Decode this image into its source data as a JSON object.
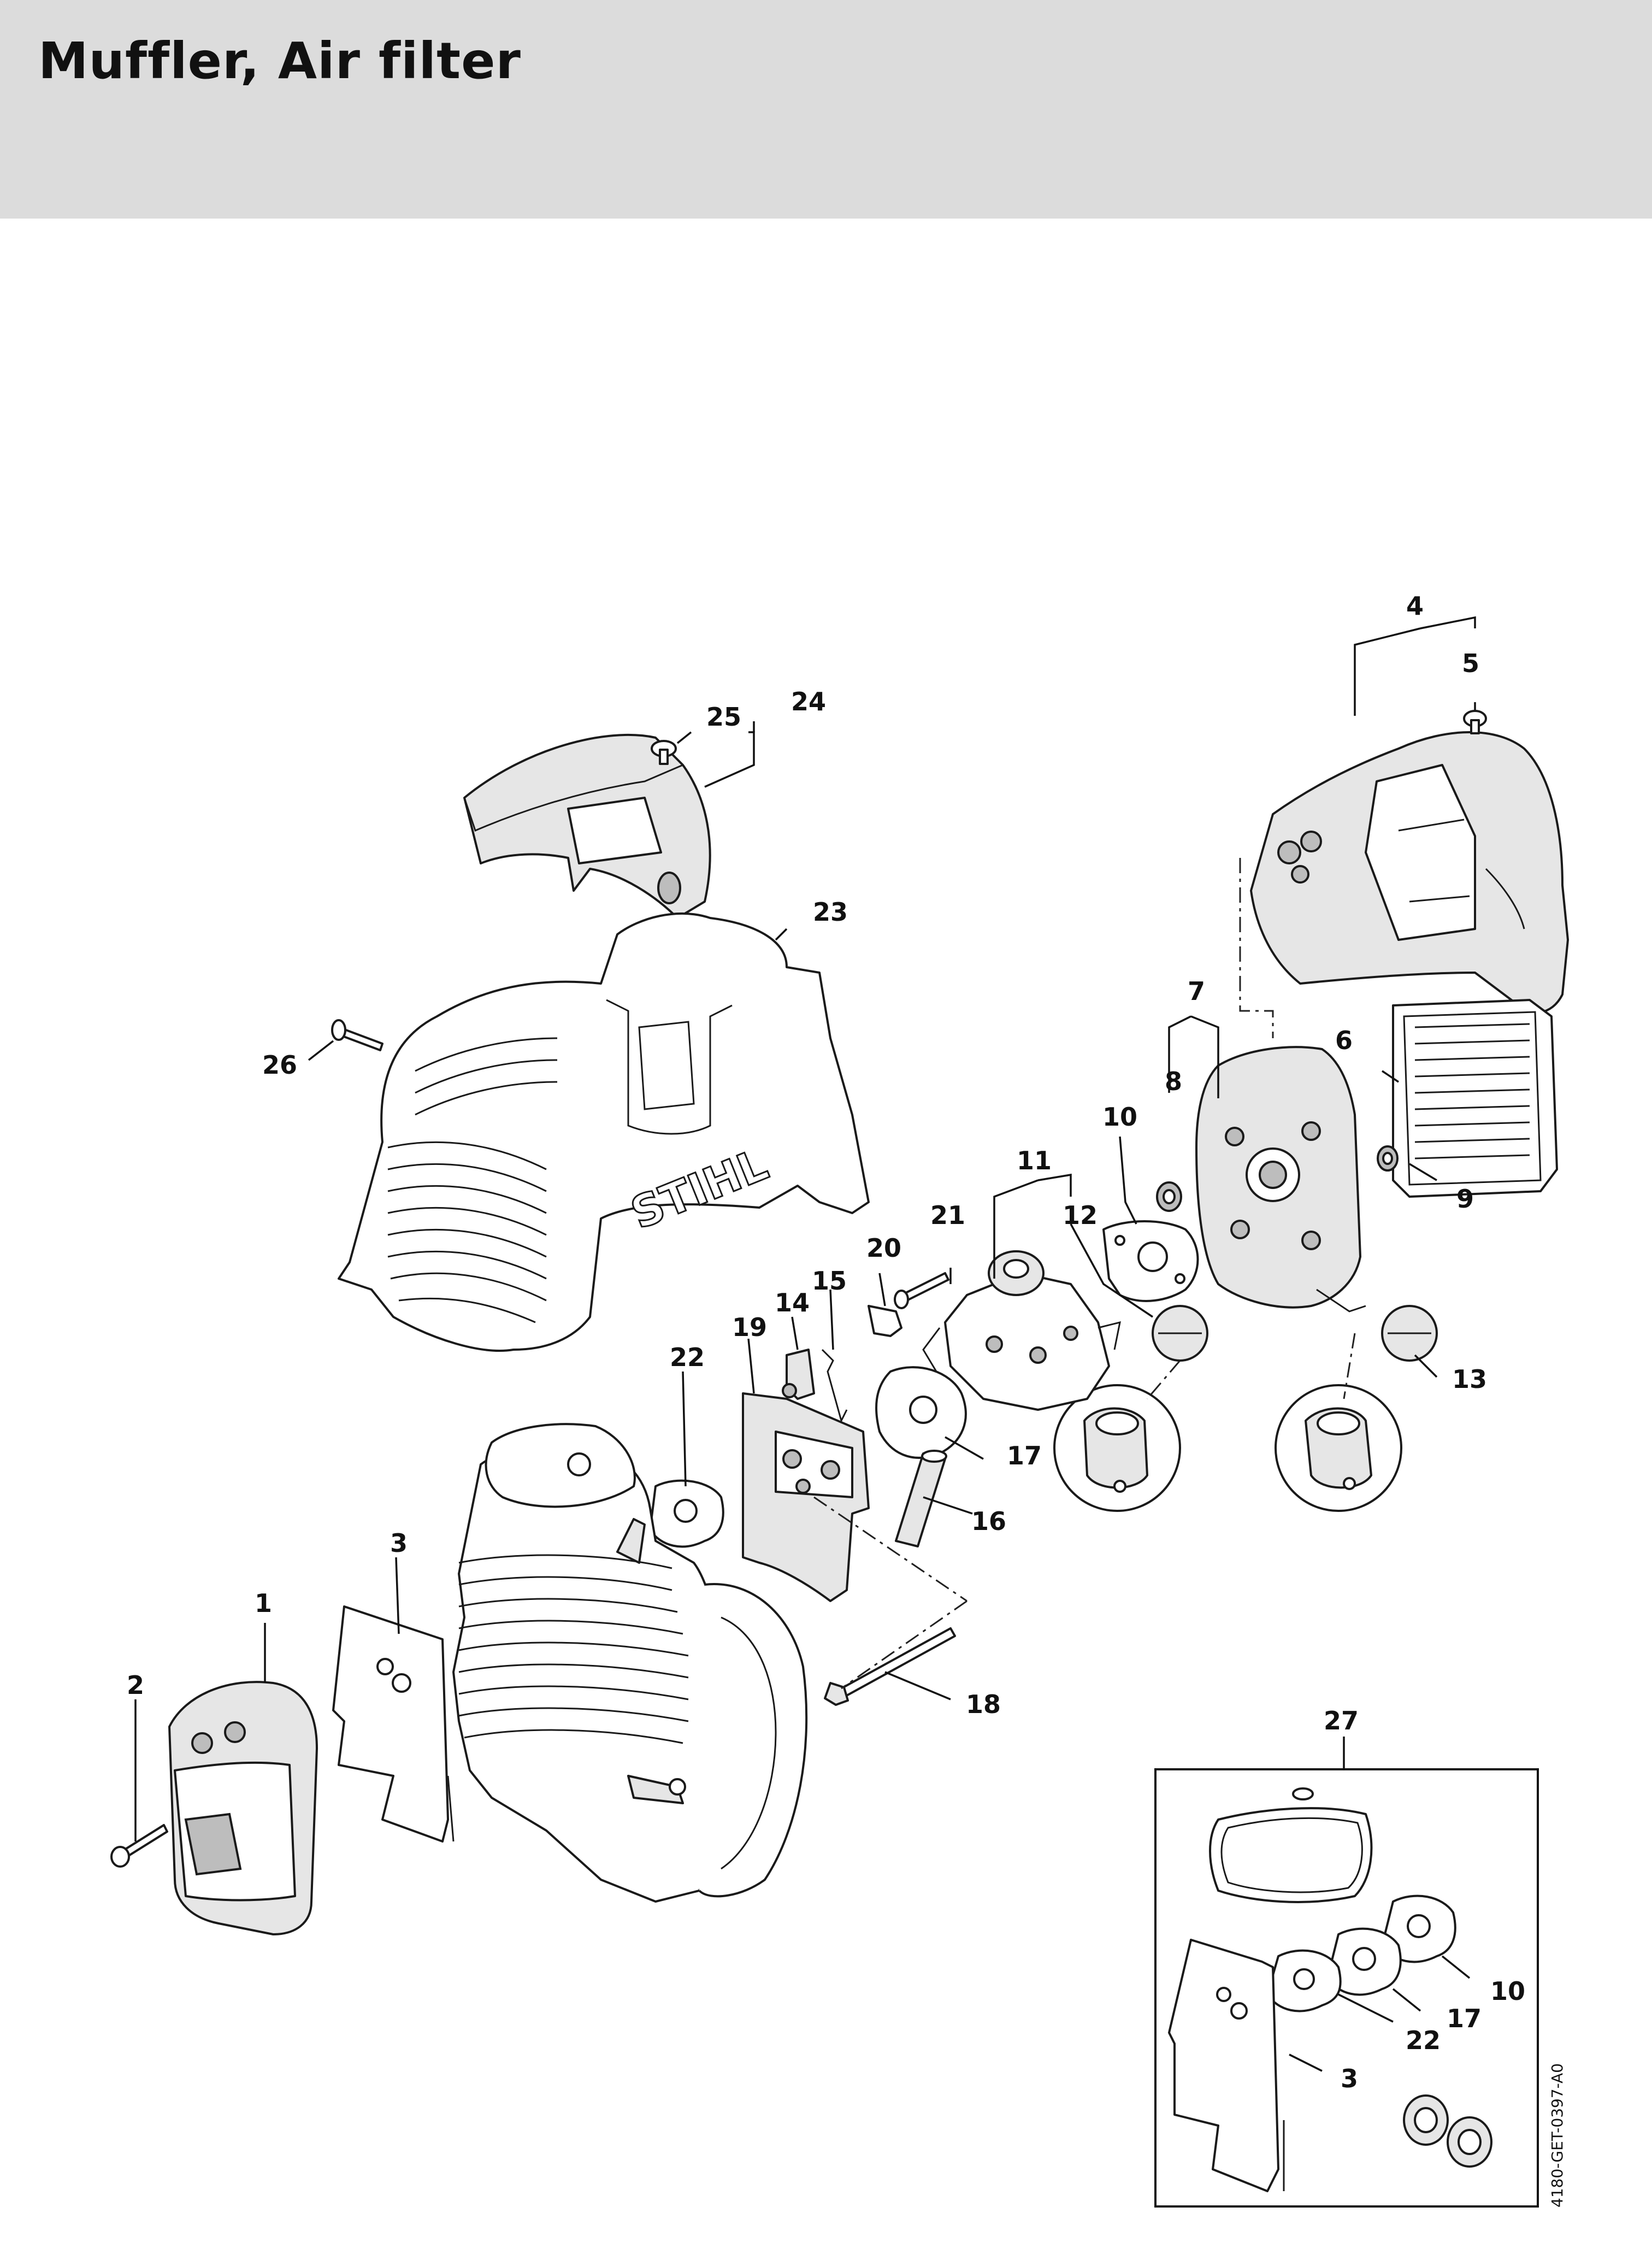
{
  "title": "Muffler, Air filter",
  "brand": "STIHL",
  "document_code": "4180-GET-0397-A0",
  "part_labels": {
    "p1": "1",
    "p2": "2",
    "p3": "3",
    "p4": "4",
    "p5": "5",
    "p6": "6",
    "p7": "7",
    "p8": "8",
    "p9": "9",
    "p10": "10",
    "p11": "11",
    "p12": "12",
    "p13": "13",
    "p14": "14",
    "p15": "15",
    "p16": "16",
    "p17": "17",
    "p18": "18",
    "p19": "19",
    "p20": "20",
    "p21": "21",
    "p22": "22",
    "p23": "23",
    "p24": "24",
    "p25": "25",
    "p26": "26",
    "p27": "27"
  },
  "kit_labels": {
    "k10": "10",
    "k17": "17",
    "k22": "22",
    "k3": "3"
  }
}
